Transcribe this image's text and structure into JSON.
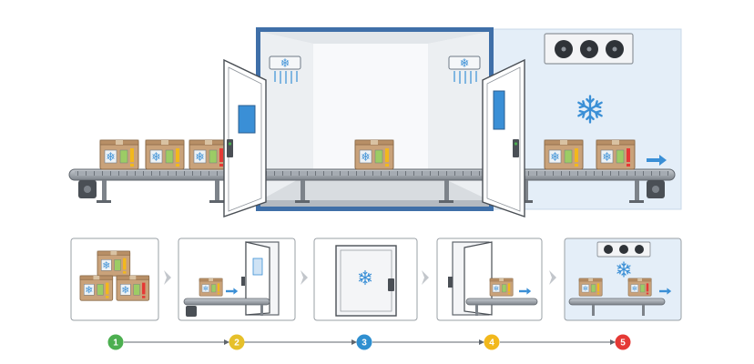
{
  "colors": {
    "steel": "#8e949b",
    "steel_dark": "#5f656c",
    "frame_blue": "#3f6fa8",
    "cold_zone": "#e4eef8",
    "snow": "#3a8fd6",
    "box": "#c9a27a",
    "box_dark": "#a57f58",
    "arrow": "#3a8fd6"
  },
  "icons": [
    "snowflake-icon",
    "fan-unit-icon",
    "air-curtain-icon",
    "right-arrow-icon",
    "fragile-label-icon"
  ],
  "steps": [
    {
      "number": "1",
      "color": "#4caf50"
    },
    {
      "number": "2",
      "color": "#e6c02a"
    },
    {
      "number": "3",
      "color": "#2f8fd0"
    },
    {
      "number": "4",
      "color": "#f2b81c"
    },
    {
      "number": "5",
      "color": "#e53935"
    }
  ]
}
